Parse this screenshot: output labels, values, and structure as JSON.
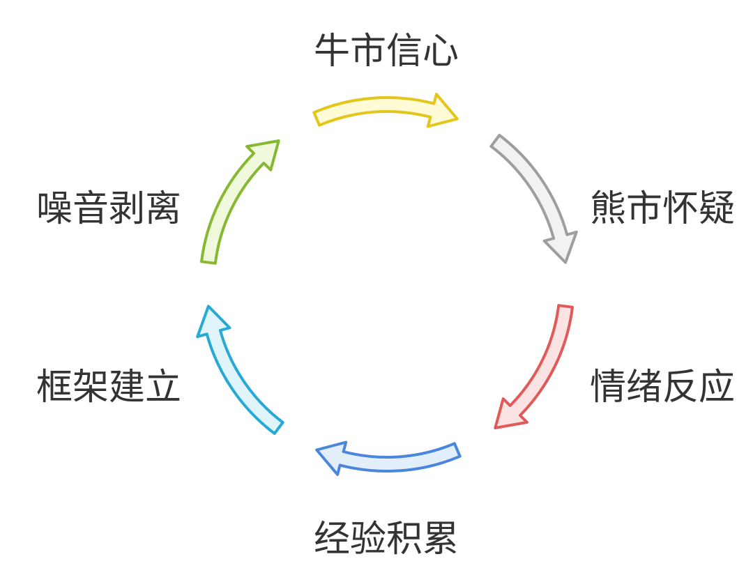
{
  "stages": [
    {
      "label": "牛市信心",
      "stroke": "#E3C51C",
      "fill": "#FFFBD6"
    },
    {
      "label": "熊市怀疑",
      "stroke": "#9E9E9E",
      "fill": "#F2F2F2"
    },
    {
      "label": "情绪反应",
      "stroke": "#E05A5A",
      "fill": "#FCE3E3"
    },
    {
      "label": "经验积累",
      "stroke": "#4A86DB",
      "fill": "#E3EEFB"
    },
    {
      "label": "框架建立",
      "stroke": "#27A9D6",
      "fill": "#E0F4FB"
    },
    {
      "label": "噪音剥离",
      "stroke": "#86B832",
      "fill": "#F1F9DC"
    }
  ]
}
